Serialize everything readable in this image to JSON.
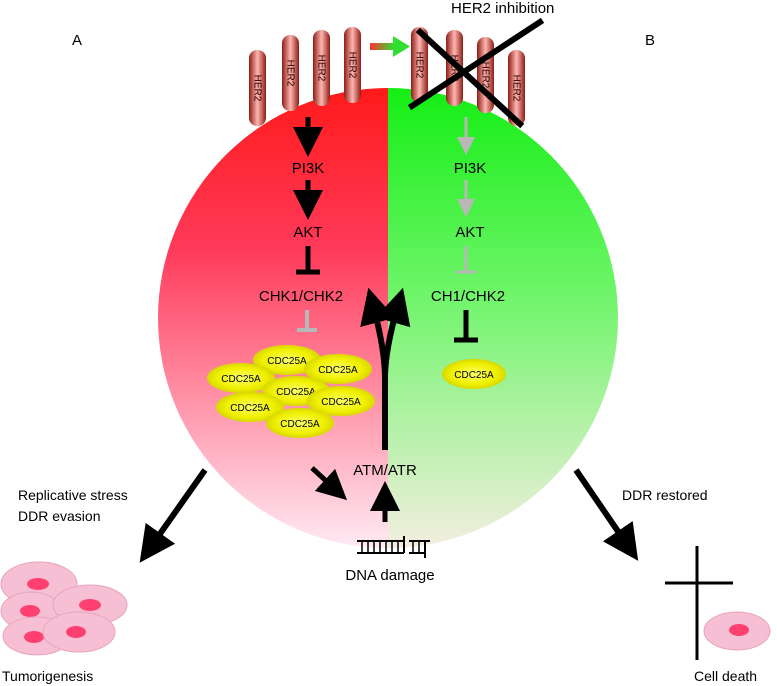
{
  "panels": {
    "a": "A",
    "b": "B"
  },
  "her2_inhibition": "HER2 inhibition",
  "receptor_label": "HER2",
  "left_pathway": {
    "pi3k": "PI3K",
    "akt": "AKT",
    "chk": "CHK1/CHK2"
  },
  "right_pathway": {
    "pi3k": "PI3K",
    "akt": "AKT",
    "chk": "CH1/CHK2"
  },
  "cdc25a": "CDC25A",
  "atm_atr": "ATM/ATR",
  "dna_damage": "DNA damage",
  "left_outcome": {
    "stress_line1": "Replicative stress",
    "stress_line2": "DDR evasion",
    "result": "Tumorigenesis"
  },
  "right_outcome": {
    "cause": "DDR restored",
    "result": "Cell death"
  },
  "colors": {
    "left_half_top": "#ff1a1a",
    "left_half_bottom": "#ffe6f2",
    "right_half_top": "#1aee1a",
    "right_half_bottom": "#f2efdf",
    "receptor": "#c0302a",
    "cdc25a_fill": "#eef000",
    "cell_fill": "#f7b6cf",
    "nucleus": "#ff4070",
    "inactive_arrow": "#b8b8b8"
  }
}
